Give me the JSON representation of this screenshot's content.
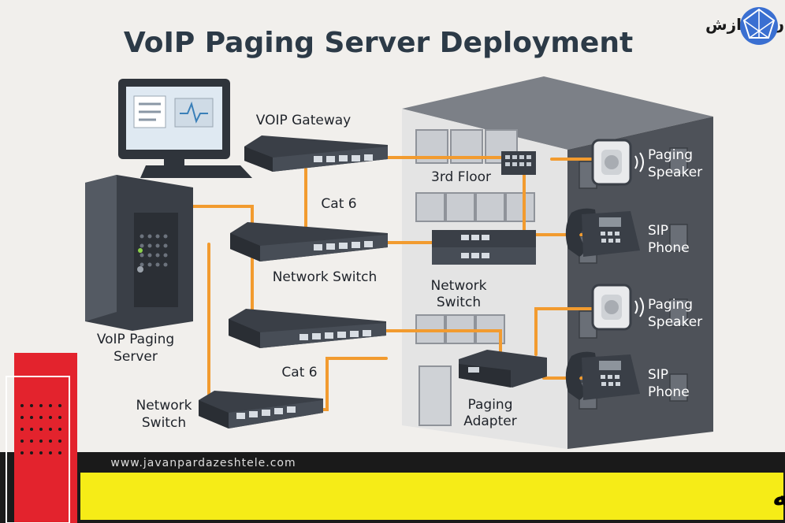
{
  "title": "VoIP Paging Server Deployment",
  "brand": {
    "name": "جوان پردازش",
    "url": "www.javanpardazeshtele.com"
  },
  "labels": {
    "gateway": "VOIP Gateway",
    "cat6_top": "Cat 6",
    "network_switch_mid": "Network Switch",
    "server_line1": "VoIP Paging",
    "server_line2": "Server",
    "cat6_bottom": "Cat 6",
    "network_switch_bottom_line1": "Network",
    "network_switch_bottom_line2": "Switch",
    "floor": "3rd Floor",
    "building_switch_line1": "Network",
    "building_switch_line2": "Switch",
    "paging_adapter_line1": "Paging",
    "paging_adapter_line2": "Adapter",
    "speaker1_line1": "Paging",
    "speaker1_line2": "Speaker",
    "phone1_line1": "SIP",
    "phone1_line2": "Phone",
    "speaker2_line1": "Paging",
    "speaker2_line2": "Speaker",
    "phone2_line1": "SIP",
    "phone2_line2": "Phone"
  },
  "banner": {
    "text": "مراحل نصب و راه‌اندازی در ساختمان‌های چندطبقه"
  },
  "colors": {
    "cable": "#f29b2f",
    "banner": "#f6ec17",
    "accent_red": "#e3232d",
    "building": "#5d6168",
    "device": "#2c3138"
  }
}
